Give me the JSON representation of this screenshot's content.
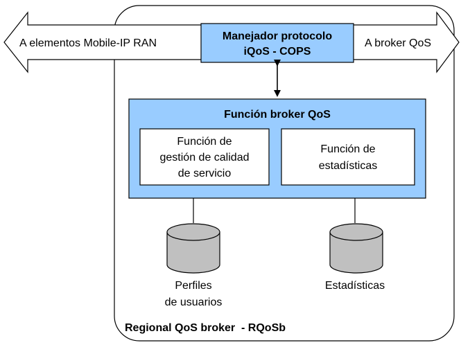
{
  "container": {
    "label": "Regional QoS broker  - RQoSb"
  },
  "left_arrow": {
    "label": "A elementos Mobile-IP RAN"
  },
  "right_arrow": {
    "label": "A broker QoS"
  },
  "protocol_box": {
    "line1": "Manejador protocolo",
    "line2": "iQoS - COPS"
  },
  "broker_function": {
    "title": "Función broker QoS",
    "quality_box": {
      "line1": "Función de",
      "line2": "gestión de calidad",
      "line3": "de servicio"
    },
    "stats_box": {
      "line1": "Función de",
      "line2": "estadísticas"
    }
  },
  "db_profiles": {
    "line1": "Perfiles",
    "line2": "de usuarios"
  },
  "db_stats": {
    "line1": "Estadísticas"
  },
  "colors": {
    "box_fill": "#99ccff",
    "white": "#ffffff",
    "db_fill": "#c0c0c0",
    "stroke": "#000000"
  }
}
